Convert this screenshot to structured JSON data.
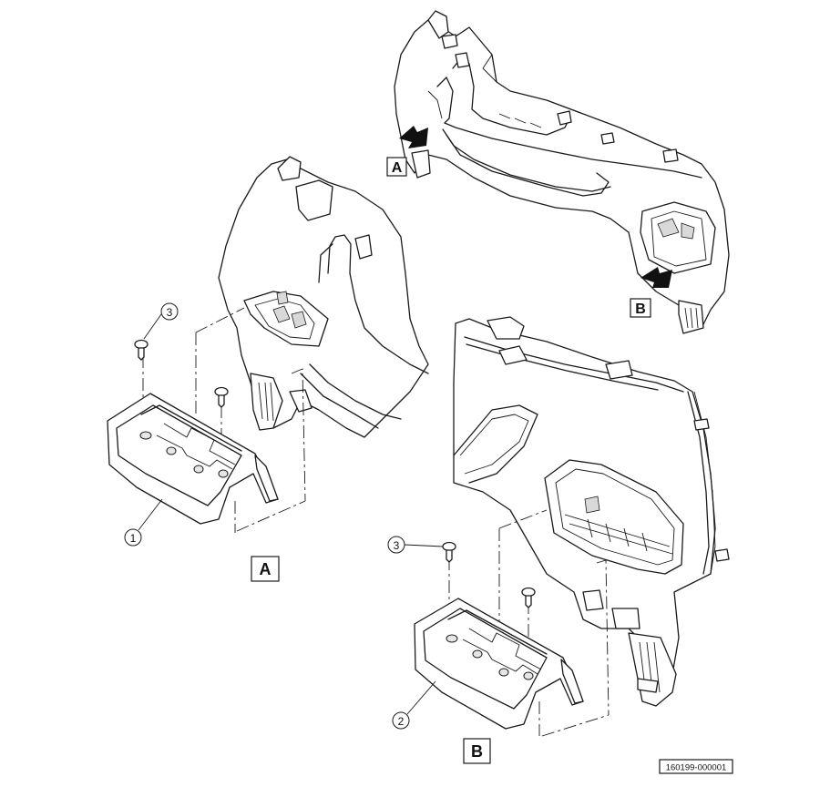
{
  "figure": {
    "reference_code": "160199-000001",
    "callouts": [
      {
        "id": "callout-1",
        "text": "1"
      },
      {
        "id": "callout-2",
        "text": "2"
      },
      {
        "id": "callout-3a",
        "text": "3"
      },
      {
        "id": "callout-3b",
        "text": "3"
      }
    ],
    "view_labels": {
      "overview_a": "A",
      "overview_b": "B",
      "detail_a": "A",
      "detail_b": "B"
    }
  }
}
